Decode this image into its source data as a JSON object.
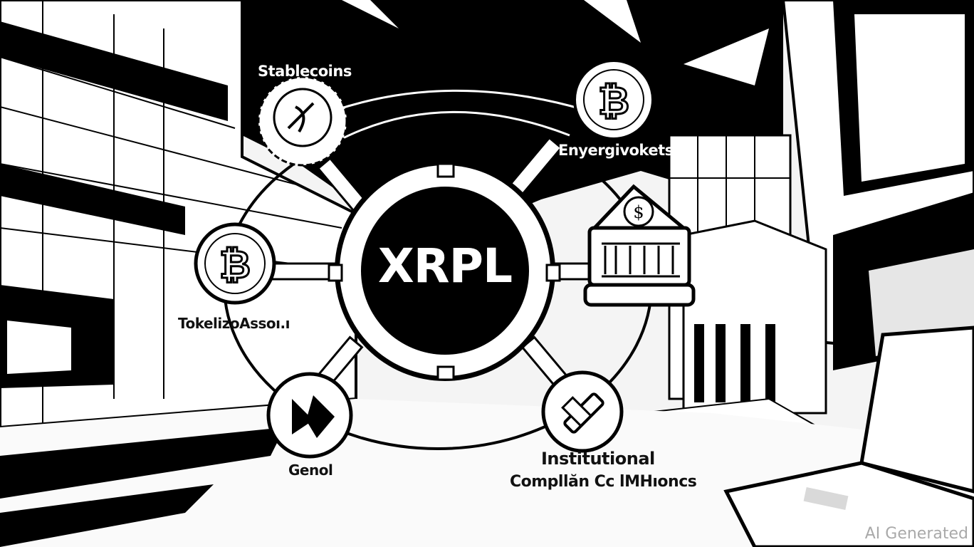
{
  "image": {
    "description": "Black-and-white comic-style illustration of a city street with a central XRPL hub connected to surrounding crypto/finance icons",
    "palette": {
      "ink": "#000000",
      "paper": "#ffffff",
      "shade": "#d9d9d9",
      "watermark": "#a9a9a9"
    }
  },
  "hub": {
    "label": "XRPL"
  },
  "nodes": [
    {
      "id": "stablecoins",
      "label": "Stablecoins",
      "icon": "coin-icon"
    },
    {
      "id": "emerging-markets",
      "label": "Enyergivokets",
      "icon": "bitcoin-icon"
    },
    {
      "id": "tokenized-assets",
      "label": "TokelizoAssoı.ı",
      "icon": "bitcoin-icon"
    },
    {
      "id": "bank",
      "label": "",
      "icon": "bank-building-icon"
    },
    {
      "id": "gaming",
      "label": "Genol",
      "icon": "abstract-logo-icon"
    },
    {
      "id": "institutional",
      "label_line1": "Institutional",
      "label_line2": "Compllăn Cc lMHıoncs",
      "icon": "wrench-icon"
    }
  ],
  "watermark": "AI Generated"
}
